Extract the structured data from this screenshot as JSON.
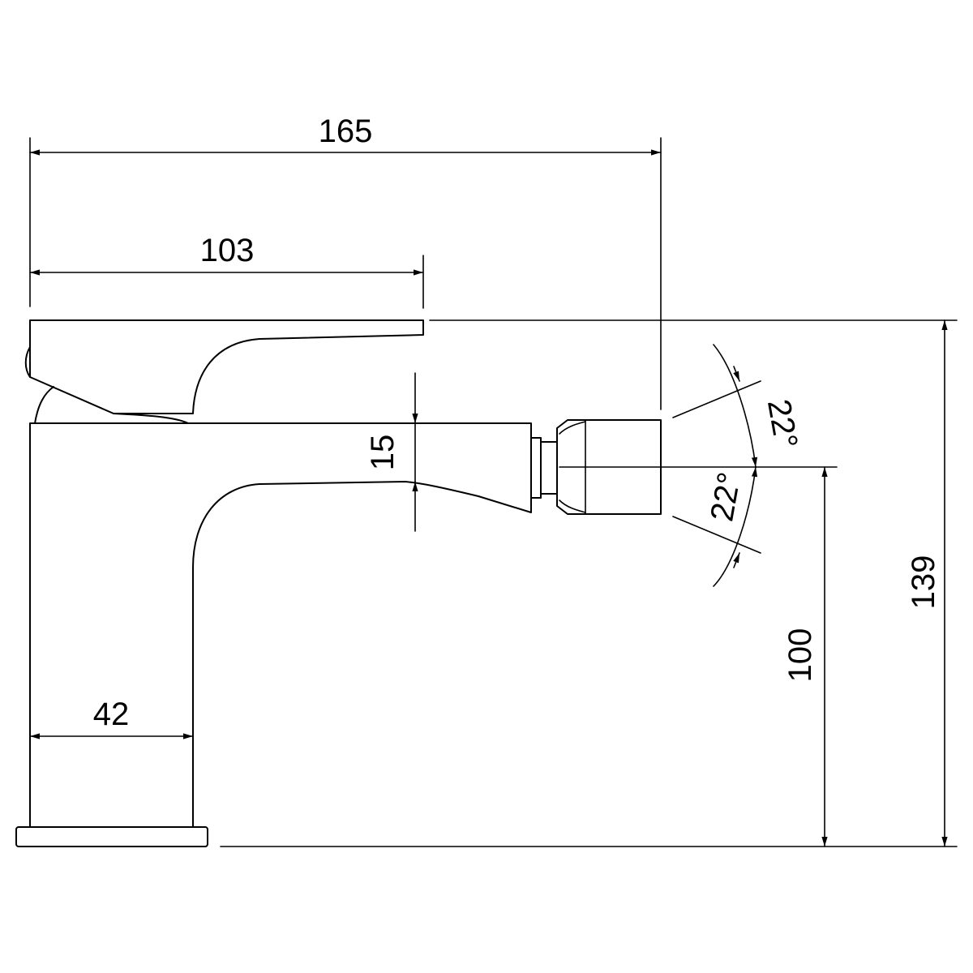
{
  "dimensions": {
    "overall_length": "165",
    "handle_length": "103",
    "spout_thickness": "15",
    "total_height": "139",
    "outlet_height": "100",
    "body_width": "42",
    "angle_up": "22°",
    "angle_down": "22°"
  },
  "colors": {
    "line": "#000000",
    "background": "#ffffff"
  }
}
